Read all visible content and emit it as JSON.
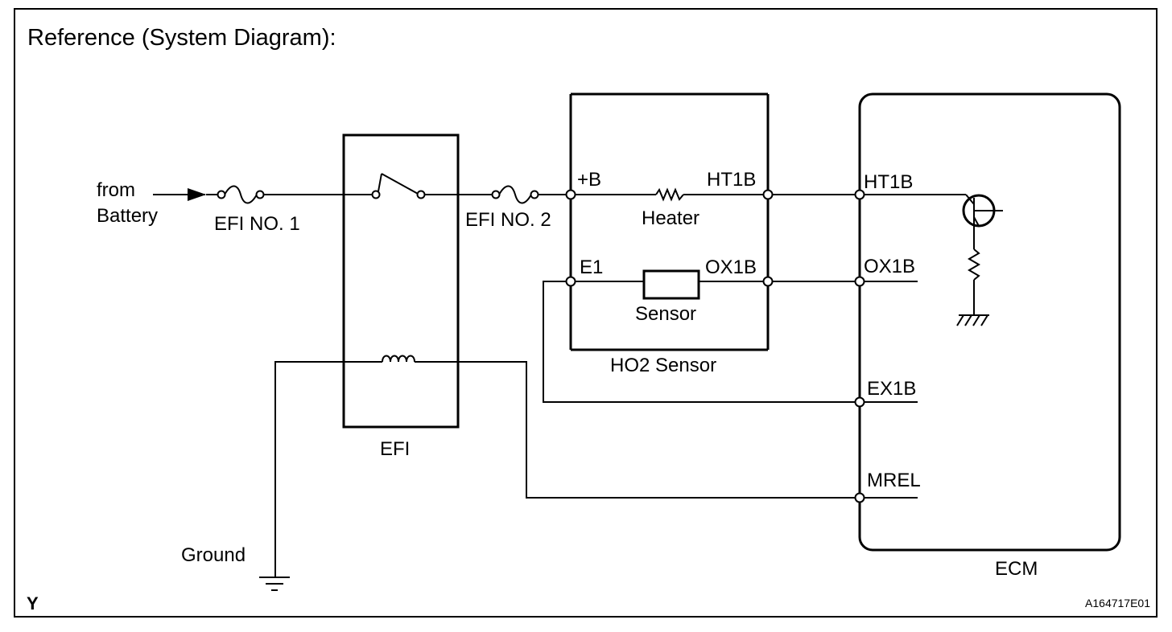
{
  "title": "Reference (System Diagram):",
  "source": {
    "line1": "from",
    "line2": "Battery"
  },
  "fuses": {
    "fuse1": "EFI NO. 1",
    "fuse2": "EFI NO. 2"
  },
  "relay": {
    "name": "EFI"
  },
  "ground_label": "Ground",
  "ho2_sensor": {
    "name": "HO2 Sensor",
    "pin_plus_b": "+B",
    "pin_ht": "HT1B",
    "pin_e1": "E1",
    "pin_ox": "OX1B",
    "heater_label": "Heater",
    "sensor_label": "Sensor"
  },
  "ecm": {
    "name": "ECM",
    "pins": {
      "ht": "HT1B",
      "ox": "OX1B",
      "ex": "EX1B",
      "mrel": "MREL"
    }
  },
  "corner_mark": "Y",
  "figure_code": "A164717E01"
}
